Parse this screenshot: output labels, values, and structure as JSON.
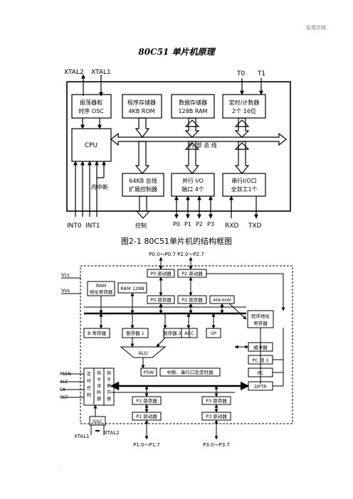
{
  "header": {
    "doc_type": "实用文档"
  },
  "title": "80C51 单片机原理",
  "fig1": {
    "caption": "图2-1  80C51单片机的结构框图",
    "top_labels": {
      "xtal2": "XTAL2",
      "xtal1": "XTAL1",
      "t0": "T0",
      "t1": "T1"
    },
    "osc": [
      "振荡器和",
      "时序 OSC"
    ],
    "prog_mem": [
      "程序存储器",
      "4KB ROM"
    ],
    "data_mem": [
      "数据存储器",
      "128B RAM"
    ],
    "timer": [
      "定时/计数器",
      "2个 16位"
    ],
    "cpu": "CPU",
    "bus": "内  部  总  线",
    "interrupt": "内中断",
    "bus_ctrl": [
      "64KB 总线",
      "扩展控制器"
    ],
    "parallel_io": [
      "并行 I/O",
      "端口 4个"
    ],
    "serial_io": [
      "串行I/O口",
      "全双工1个"
    ],
    "bottom": {
      "int0": "INT0",
      "int1": "INT1",
      "ctrl": "控制",
      "p0": "P0",
      "p1": "P1",
      "p2": "P2",
      "p3": "P3",
      "rxd": "RXD",
      "txd": "TXD"
    }
  },
  "fig2": {
    "top_ports": "P0.0～P0.7   P2.0～P2.7",
    "vcc": "Vcc",
    "vss": "Vss",
    "ram_addr": [
      "RAM",
      "地址寄存器"
    ],
    "ram": "RAM 128B",
    "p0_drv": "P0 驱动器",
    "p2_drv": "P2 驱动器",
    "p0_latch": "P0 锁存器",
    "p2_latch": "P2 锁存器",
    "rom": "4KB ROM",
    "prog_addr": [
      "程序地址",
      "寄存器"
    ],
    "b_reg": "B 寄存器",
    "tmp1": "暂存器 1",
    "tmp2": "暂存器 2",
    "acc": "ACC",
    "sp": "SP",
    "alu": "ALU",
    "buffer": "缓冲器",
    "pc_inc": "PC 增 1",
    "pc": "PC",
    "psw": "PSW",
    "int_block": "中断、串行口及定时器",
    "dptr": "DPTR",
    "pins": [
      "PSEN",
      "ALE",
      "EA",
      "RST"
    ],
    "timing": [
      "定",
      "时",
      "控",
      "制"
    ],
    "decoder": [
      "指",
      "令",
      "译",
      "码",
      "器"
    ],
    "ireg": [
      "指",
      "令",
      "寄",
      "存",
      "器"
    ],
    "p1_latch": "P1 锁存器",
    "p1_drv": "P1 驱动器",
    "p3_latch": "P3 锁存器",
    "p3_drv": "P3 驱动器",
    "osc": "OSC",
    "xtal1": "XTAL1",
    "xtal2": "XTAL2",
    "p1_range": "P1.0～P1.7",
    "p3_range": "P3.0～P3.7"
  },
  "footer_mark": "."
}
